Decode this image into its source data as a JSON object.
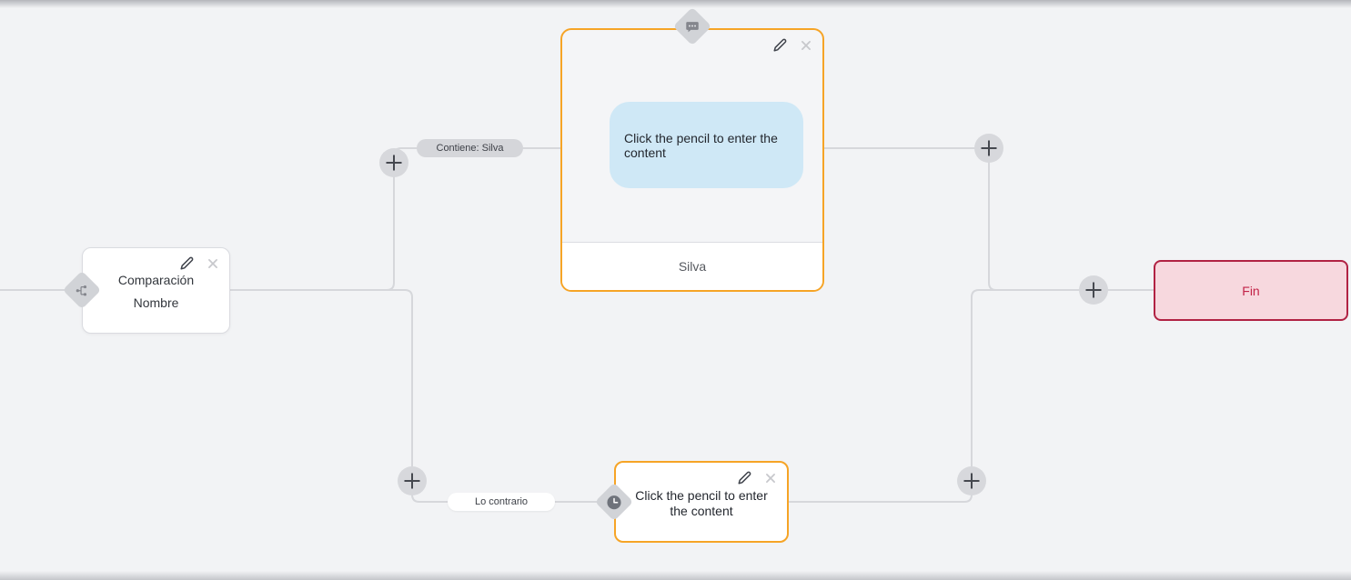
{
  "canvas": {
    "background_color": "#f2f3f5",
    "connector_color": "#d6d7db",
    "accent_orange": "#f6a426"
  },
  "nodes": {
    "condition": {
      "title": "Comparación Nombre",
      "type_icon": "branch-icon"
    },
    "message": {
      "placeholder": "Click the pencil to enter the content",
      "footer_label": "Silva",
      "type_icon": "message-icon",
      "bubble_color": "#cfe8f6"
    },
    "delay": {
      "placeholder": "Click the pencil to enter the content",
      "type_icon": "clock-icon"
    },
    "end": {
      "label": "Fin",
      "background_color": "#f7d8de",
      "border_color": "#b12243",
      "text_color": "#c32448"
    }
  },
  "edges": {
    "condition_true_label": "Contiene: Silva",
    "condition_false_label": "Lo contrario"
  },
  "icons": {
    "edit": "pencil-icon",
    "remove": "close-icon",
    "add": "plus-icon"
  }
}
